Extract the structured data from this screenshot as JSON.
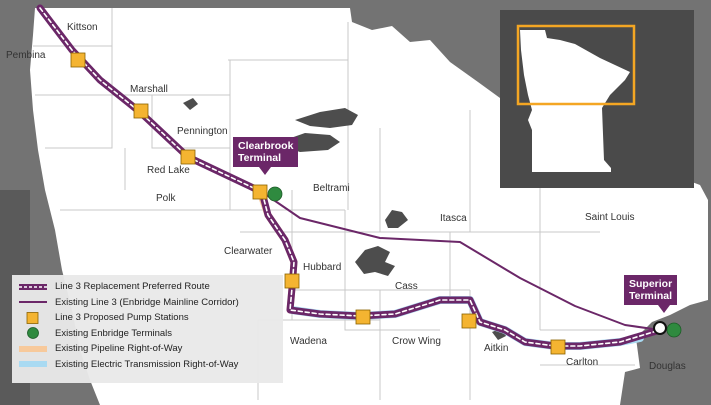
{
  "counties": [
    {
      "key": "kittson",
      "name": "Kittson"
    },
    {
      "key": "pembina",
      "name": "Pembina"
    },
    {
      "key": "marshall",
      "name": "Marshall"
    },
    {
      "key": "pennington",
      "name": "Pennington"
    },
    {
      "key": "red_lake",
      "name": "Red Lake"
    },
    {
      "key": "polk",
      "name": "Polk"
    },
    {
      "key": "beltrami",
      "name": "Beltrami"
    },
    {
      "key": "clearwater",
      "name": "Clearwater"
    },
    {
      "key": "hubbard",
      "name": "Hubbard"
    },
    {
      "key": "itasca",
      "name": "Itasca"
    },
    {
      "key": "saint_louis",
      "name": "Saint Louis"
    },
    {
      "key": "cass",
      "name": "Cass"
    },
    {
      "key": "wadena",
      "name": "Wadena"
    },
    {
      "key": "crow_wing",
      "name": "Crow Wing"
    },
    {
      "key": "aitkin",
      "name": "Aitkin"
    },
    {
      "key": "carlton",
      "name": "Carlton"
    },
    {
      "key": "douglas",
      "name": "Douglas"
    }
  ],
  "terminals": {
    "clearbrook": {
      "line1": "Clearbrook",
      "line2": "Terminal"
    },
    "superior": {
      "line1": "Superior",
      "line2": "Terminal"
    }
  },
  "legend": [
    {
      "key": "replacement_route",
      "label": "Line 3 Replacement Preferred Route"
    },
    {
      "key": "existing_line3",
      "label": "Existing Line 3 (Enbridge Mainline Corridor)"
    },
    {
      "key": "pump_stations",
      "label": "Line 3 Proposed Pump Stations"
    },
    {
      "key": "enbridge_terminals",
      "label": "Existing Enbridge Terminals"
    },
    {
      "key": "pipeline_row",
      "label": "Existing Pipeline Right-of-Way"
    },
    {
      "key": "transmission_row",
      "label": "Existing Electric Transmission Right-of-Way"
    }
  ],
  "colors": {
    "route_purple": "#6b2768",
    "pump_orange": "#f4b431",
    "terminal_green": "#2f8a3f",
    "pipeline_row": "#f7c99b",
    "transmission_row": "#a9daf2",
    "surrounding_gray": "#737373",
    "lake": "#4d4d4d",
    "inset_background": "#4a4a4a",
    "inset_frame": "#f4a623"
  },
  "icons": {
    "pump_station": "orange-square",
    "terminal": "green-circle",
    "superior_terminal": "white-ring-circle",
    "inset": "minnesota-outline-map"
  }
}
